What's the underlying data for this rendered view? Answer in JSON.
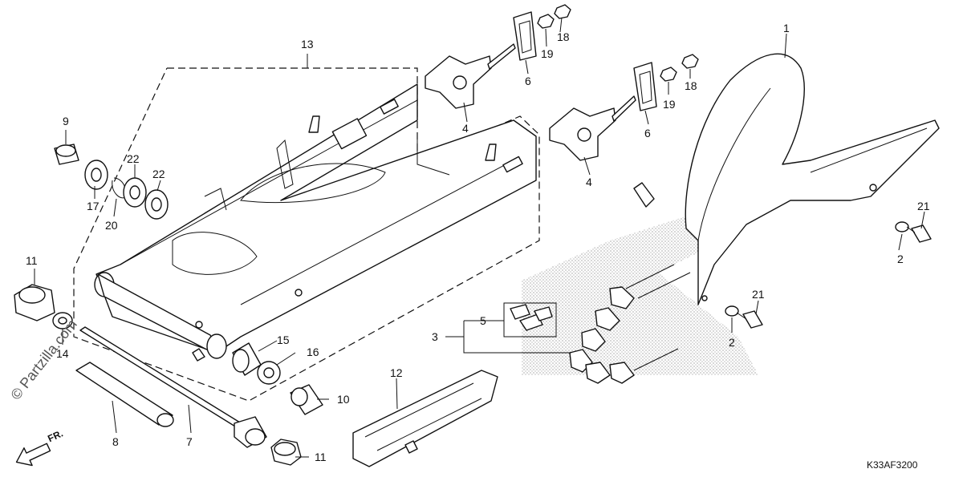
{
  "diagram": {
    "part_labels": {
      "p1": "1",
      "p2a": "2",
      "p2b": "2",
      "p3": "3",
      "p4a": "4",
      "p4b": "4",
      "p5": "5",
      "p6a": "6",
      "p6b": "6",
      "p7": "7",
      "p8": "8",
      "p9": "9",
      "p10": "10",
      "p11a": "11",
      "p11b": "11",
      "p12": "12",
      "p13": "13",
      "p14": "14",
      "p15": "15",
      "p16": "16",
      "p17": "17",
      "p18a": "18",
      "p18b": "18",
      "p19a": "19",
      "p19b": "19",
      "p20": "20",
      "p21a": "21",
      "p21b": "21",
      "p22a": "22",
      "p22b": "22"
    },
    "direction_label": "FR.",
    "drawing_code": "K33AF3200",
    "watermark": "© Partzilla.com"
  }
}
